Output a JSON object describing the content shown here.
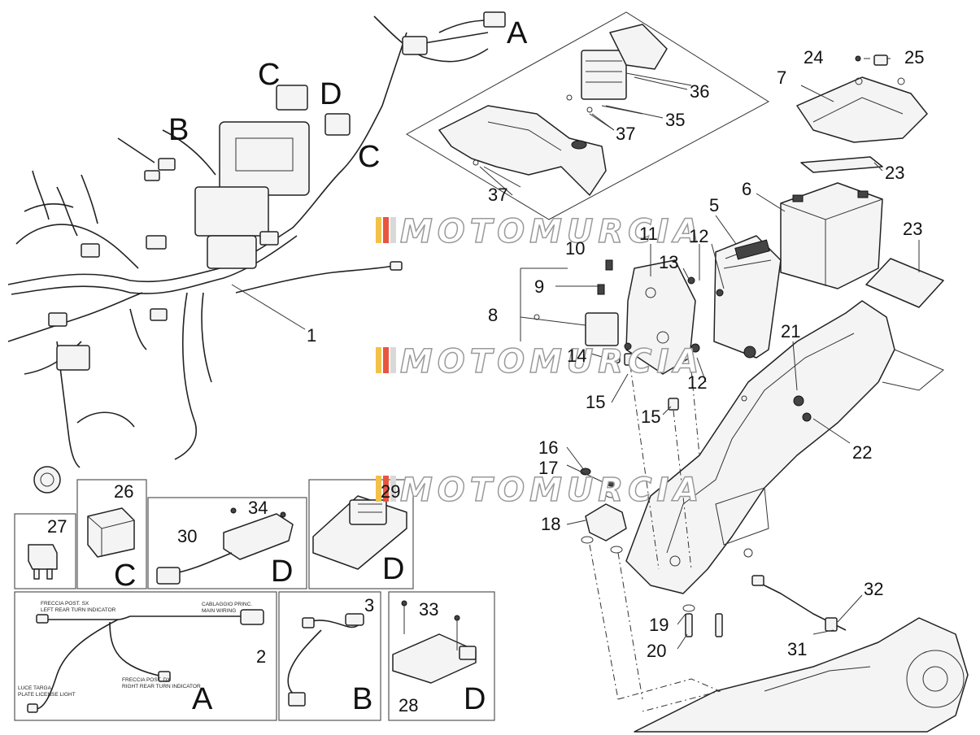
{
  "callouts": {
    "c1": "1",
    "c2": "2",
    "c3": "3",
    "c5": "5",
    "c6": "6",
    "c7": "7",
    "c8": "8",
    "c9": "9",
    "c10": "10",
    "c11": "11",
    "c12a": "12",
    "c12b": "12",
    "c13": "13",
    "c14": "14",
    "c15a": "15",
    "c15b": "15",
    "c16": "16",
    "c17": "17",
    "c18": "18",
    "c19": "19",
    "c20": "20",
    "c21": "21",
    "c22": "22",
    "c23a": "23",
    "c23b": "23",
    "c24": "24",
    "c25": "25",
    "c26": "26",
    "c27": "27",
    "c28": "28",
    "c29": "29",
    "c30": "30",
    "c31": "31",
    "c32": "32",
    "c33": "33",
    "c34": "34",
    "c35": "35",
    "c36": "36",
    "c37a": "37",
    "c37b": "37"
  },
  "letters": {
    "A_top": "A",
    "B_top": "B",
    "C_top1": "C",
    "C_top2": "C",
    "D_top": "D",
    "C_box26": "C",
    "D_box30": "D",
    "D_box29": "D",
    "A_box2": "A",
    "B_box3": "B",
    "D_box28": "D"
  },
  "wiring_labels": {
    "freccia_sx": "FRECCIA POST. SX",
    "freccia_sx_sub": "LEFT REAR TURN INDICATOR",
    "cablaggio": "CABLAGGIO PRINC.",
    "cablaggio_sub": "MAIN WIRING",
    "freccia_dx": "FRECCIA POST. DX",
    "freccia_dx_sub": "RIGHT REAR TURN INDICATOR",
    "luce_targa": "LUCE TARGA",
    "luce_targa_sub": "PLATE LICENSE LIGHT"
  },
  "watermark": {
    "text": "MOTOMURCIA",
    "stripe_colors": [
      "#f3c14a",
      "#e8553f",
      "#d9d9d9"
    ]
  }
}
